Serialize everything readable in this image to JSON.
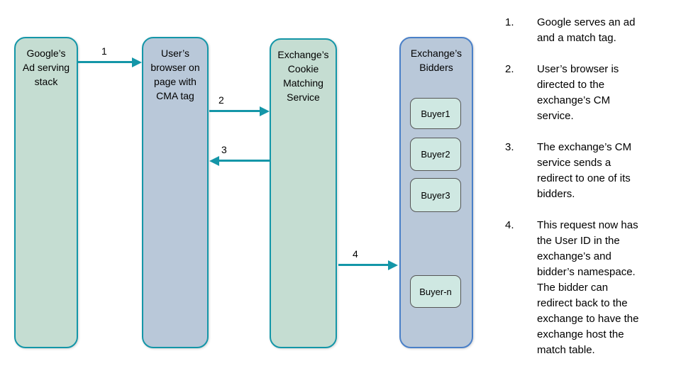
{
  "colors": {
    "teal_accent": "#1496a8",
    "green_fill": "#c5ddd2",
    "blue_fill": "#b9c8d9",
    "bidders_border": "#4a80c8",
    "buyer_fill": "#cfe8e2",
    "buyer_border": "#555555",
    "text": "#000000"
  },
  "diagram": {
    "nodes": [
      {
        "label": "Google’s\nAd serving\nstack"
      },
      {
        "label": "User’s\nbrowser on\npage with\nCMA tag"
      },
      {
        "label": "Exchange’s\nCookie\nMatching\nService"
      },
      {
        "label": "Exchange’s\nBidders"
      }
    ],
    "buyers": [
      "Buyer1",
      "Buyer2",
      "Buyer3",
      "Buyer-n"
    ],
    "arrow_labels": [
      "1",
      "2",
      "3",
      "4"
    ]
  },
  "steps": [
    {
      "num": "1.",
      "text": "Google serves an ad\nand a match tag."
    },
    {
      "num": "2.",
      "text": "User’s browser is\ndirected to the\nexchange’s CM\nservice."
    },
    {
      "num": "3.",
      "text": "The exchange’s CM\nservice sends a\nredirect to one of its\nbidders."
    },
    {
      "num": "4.",
      "text": "This request now has\nthe User ID in the\nexchange’s and\nbidder’s namespace.\nThe bidder can\nredirect back to the\nexchange to have the\nexchange host the\nmatch table."
    }
  ]
}
